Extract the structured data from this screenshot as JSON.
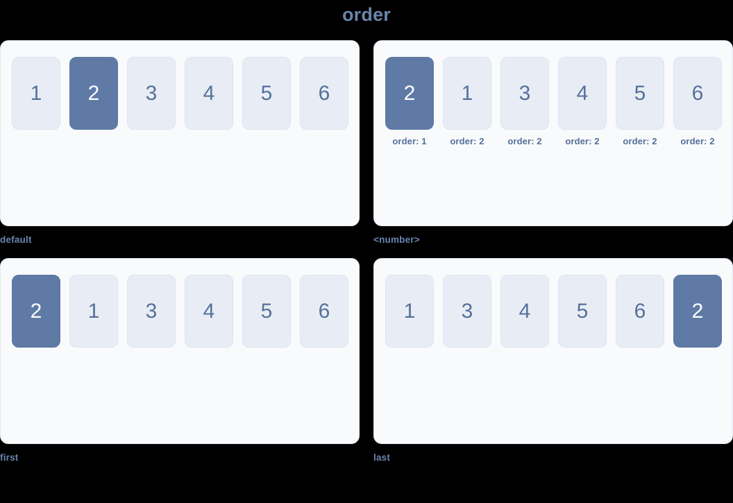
{
  "title": "order",
  "colors": {
    "background": "#000000",
    "panel_background": "#f8fafc",
    "panel_border": "#e3e9f2",
    "box_background": "#e8edf5",
    "box_text": "#55709a",
    "highlight_background": "#5e7aa5",
    "highlight_text": "#ffffff",
    "caption_text": "#6b84ad",
    "title_text": "#6b84ad"
  },
  "panels": [
    {
      "key": "default",
      "caption": "default",
      "has_order_labels": false,
      "items": [
        {
          "label": "1",
          "highlight": false,
          "order_label": ""
        },
        {
          "label": "2",
          "highlight": true,
          "order_label": ""
        },
        {
          "label": "3",
          "highlight": false,
          "order_label": ""
        },
        {
          "label": "4",
          "highlight": false,
          "order_label": ""
        },
        {
          "label": "5",
          "highlight": false,
          "order_label": ""
        },
        {
          "label": "6",
          "highlight": false,
          "order_label": ""
        }
      ]
    },
    {
      "key": "number",
      "caption": "<number>",
      "has_order_labels": true,
      "items": [
        {
          "label": "2",
          "highlight": true,
          "order_label": "order: 1"
        },
        {
          "label": "1",
          "highlight": false,
          "order_label": "order: 2"
        },
        {
          "label": "3",
          "highlight": false,
          "order_label": "order: 2"
        },
        {
          "label": "4",
          "highlight": false,
          "order_label": "order: 2"
        },
        {
          "label": "5",
          "highlight": false,
          "order_label": "order: 2"
        },
        {
          "label": "6",
          "highlight": false,
          "order_label": "order: 2"
        }
      ]
    },
    {
      "key": "first",
      "caption": "first",
      "has_order_labels": false,
      "items": [
        {
          "label": "2",
          "highlight": true,
          "order_label": ""
        },
        {
          "label": "1",
          "highlight": false,
          "order_label": ""
        },
        {
          "label": "3",
          "highlight": false,
          "order_label": ""
        },
        {
          "label": "4",
          "highlight": false,
          "order_label": ""
        },
        {
          "label": "5",
          "highlight": false,
          "order_label": ""
        },
        {
          "label": "6",
          "highlight": false,
          "order_label": ""
        }
      ]
    },
    {
      "key": "last",
      "caption": "last",
      "has_order_labels": false,
      "items": [
        {
          "label": "1",
          "highlight": false,
          "order_label": ""
        },
        {
          "label": "3",
          "highlight": false,
          "order_label": ""
        },
        {
          "label": "4",
          "highlight": false,
          "order_label": ""
        },
        {
          "label": "5",
          "highlight": false,
          "order_label": ""
        },
        {
          "label": "6",
          "highlight": false,
          "order_label": ""
        },
        {
          "label": "2",
          "highlight": true,
          "order_label": ""
        }
      ]
    }
  ]
}
